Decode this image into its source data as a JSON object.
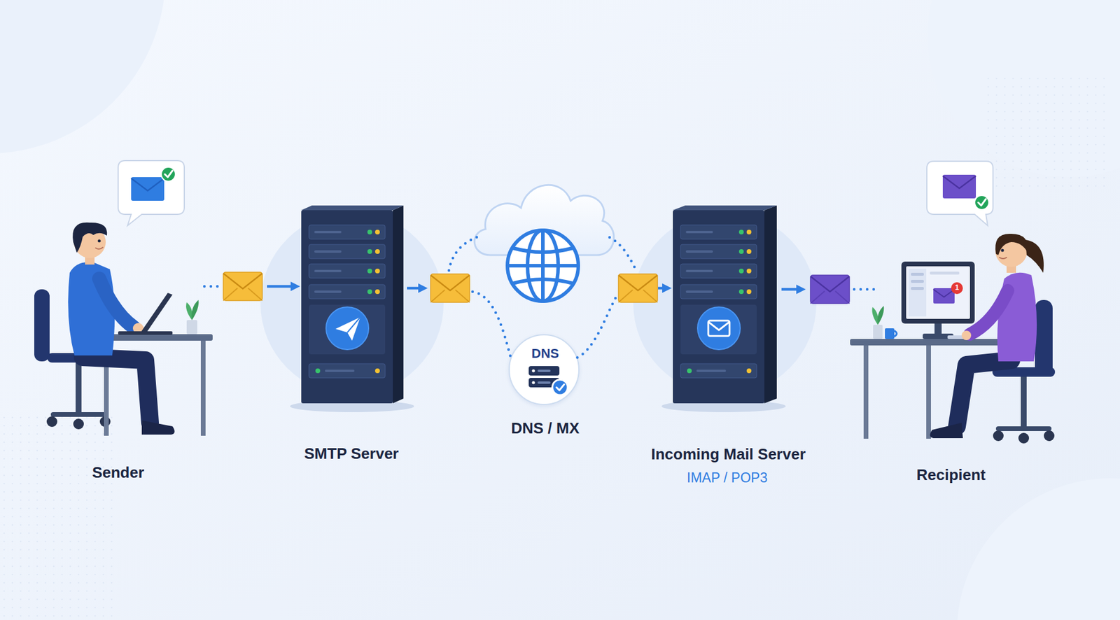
{
  "diagram": {
    "nodes": [
      {
        "text": [
          "Sender"
        ]
      },
      {
        "text": [
          "SMTP Server"
        ]
      },
      {
        "text": [
          "DNS",
          "DNS / MX"
        ]
      },
      {
        "text": [
          "Incoming Mail Server",
          "IMAP / POP3"
        ]
      },
      {
        "text": [
          "Recipient"
        ]
      }
    ],
    "edges": [
      {
        "from": 0,
        "to": 1,
        "arrow": "to"
      },
      {
        "from": 1,
        "to": 2,
        "arrow": "to"
      },
      {
        "from": 2,
        "to": 3,
        "arrow": "to"
      },
      {
        "from": 3,
        "to": 4,
        "arrow": "to"
      }
    ],
    "labels": [
      "1"
    ]
  }
}
